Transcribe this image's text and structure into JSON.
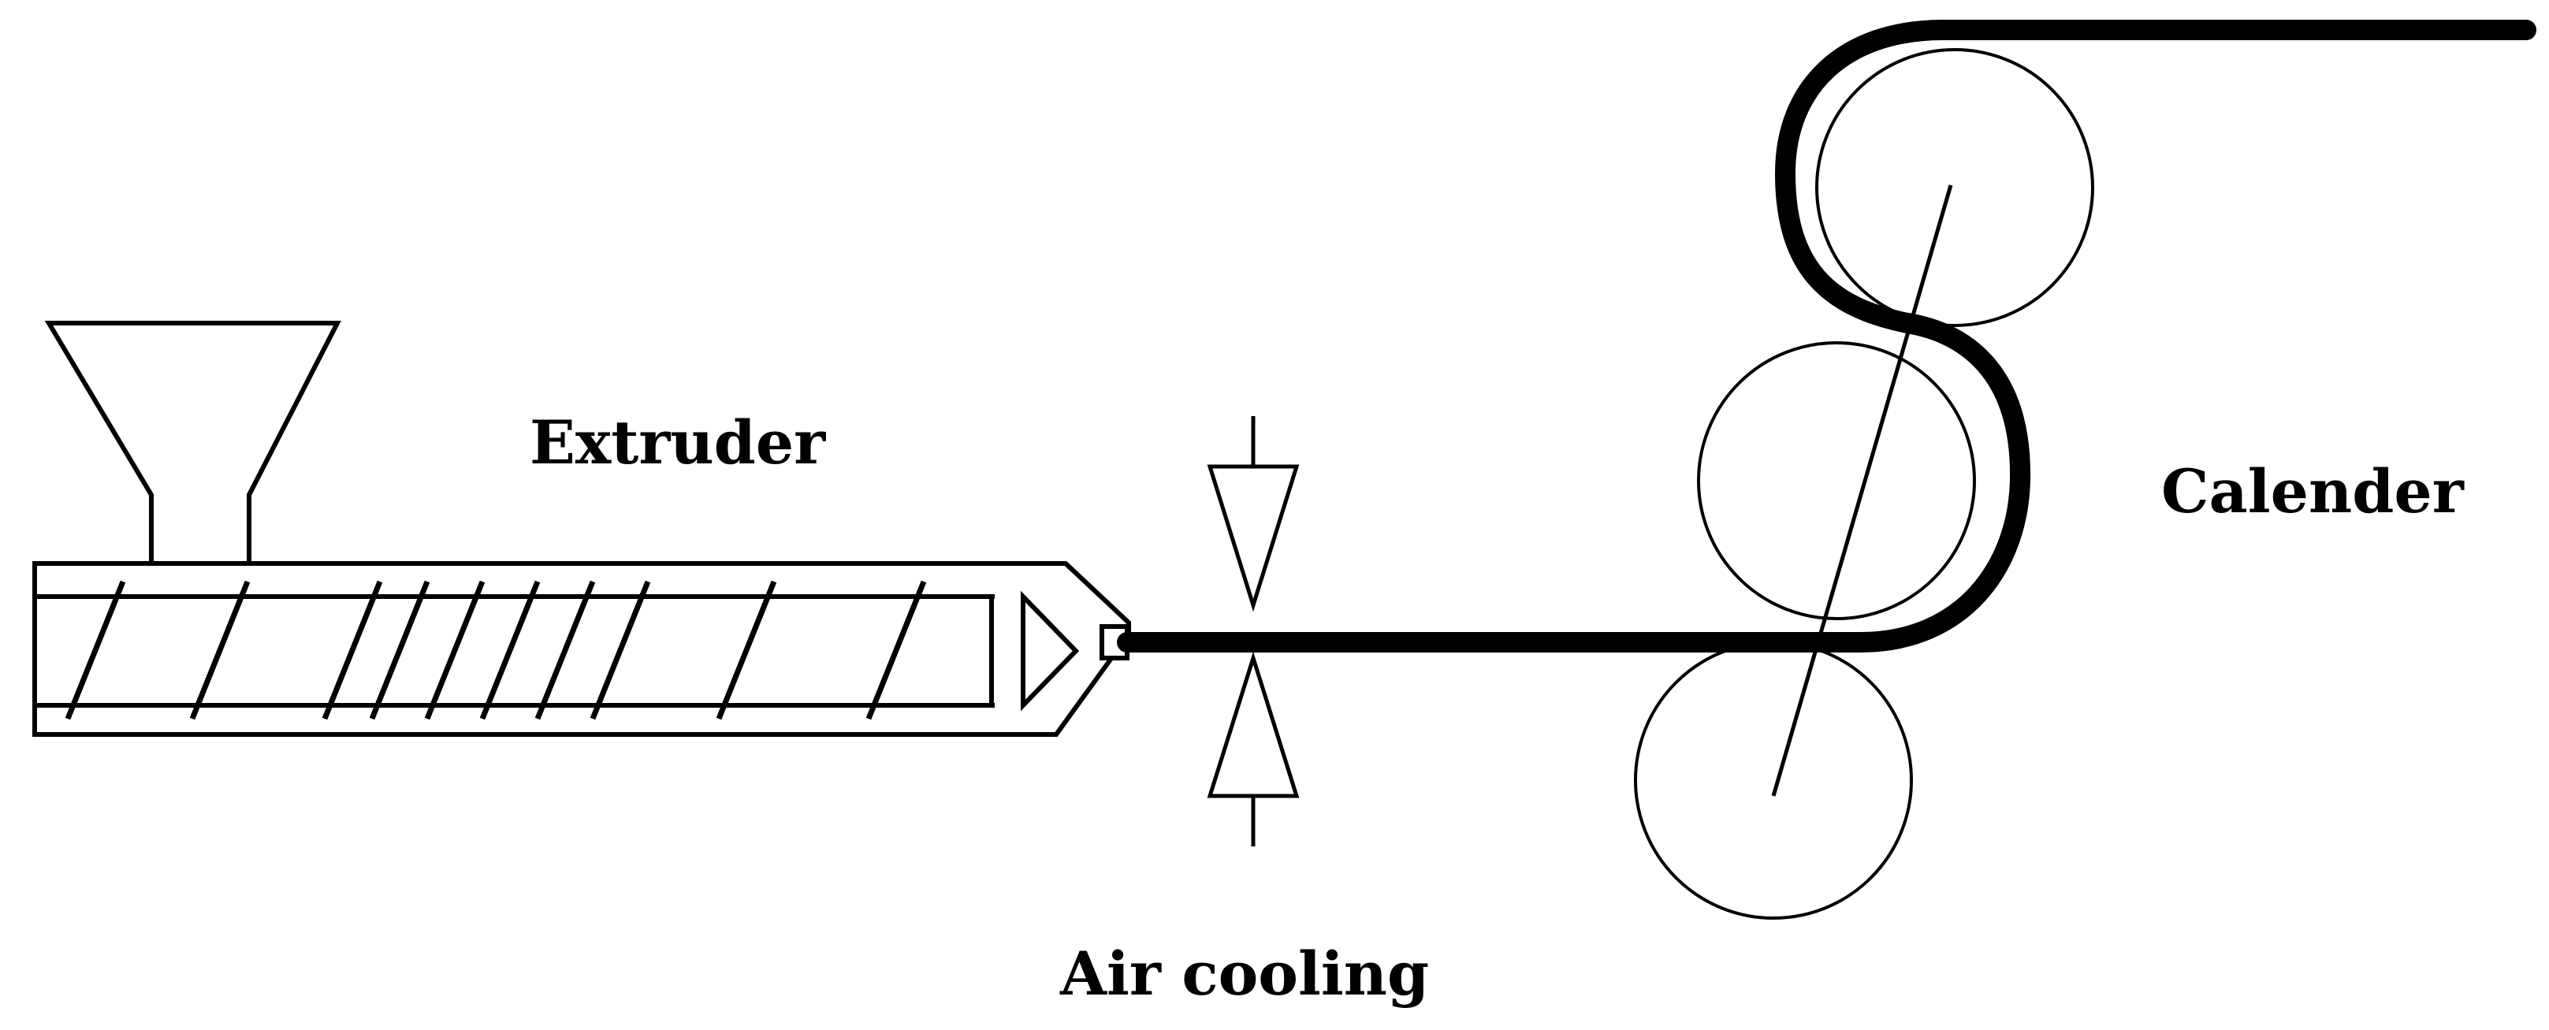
{
  "labels": {
    "extruder": "Extruder",
    "air_cooling": "Air cooling",
    "calender": "Calender"
  },
  "colors": {
    "line": "#000000",
    "background": "#ffffff"
  }
}
